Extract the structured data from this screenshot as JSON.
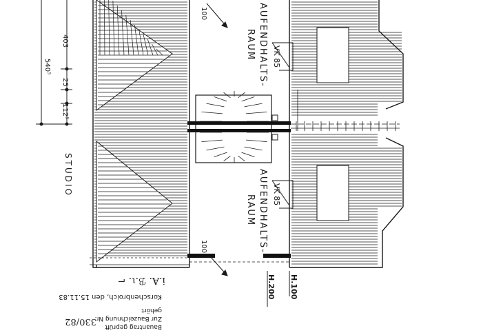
{
  "rooms": {
    "upper": {
      "line1": "AUFENDHALTS-",
      "line2": "RAUM"
    },
    "lower": {
      "line1": "AUFENDHALTS-",
      "line2": "RAUM"
    },
    "studio": "STUDIO"
  },
  "dimensions": {
    "d403": "403",
    "d540": "540⁵",
    "d25": "25",
    "d112": "112⁵"
  },
  "window_marks": {
    "top": "100",
    "bottom": "100"
  },
  "vk_marks": {
    "upper": "VK 85",
    "lower": "VK 85"
  },
  "height_marks": {
    "h200": "H.200",
    "h100": "H.100"
  },
  "stamp": {
    "signature": "i.A. ℬ.ι. ⌐",
    "place_date": "Korschenbroich, den 15.11.83",
    "line_gehoert": "gehört",
    "line_zur": "Zur Bauzeichnung Nr.",
    "line_bauantrag": "Bauantrag geprüft",
    "number": "330/82"
  },
  "colors": {
    "ink": "#1a1a1a",
    "paper": "#ffffff"
  }
}
